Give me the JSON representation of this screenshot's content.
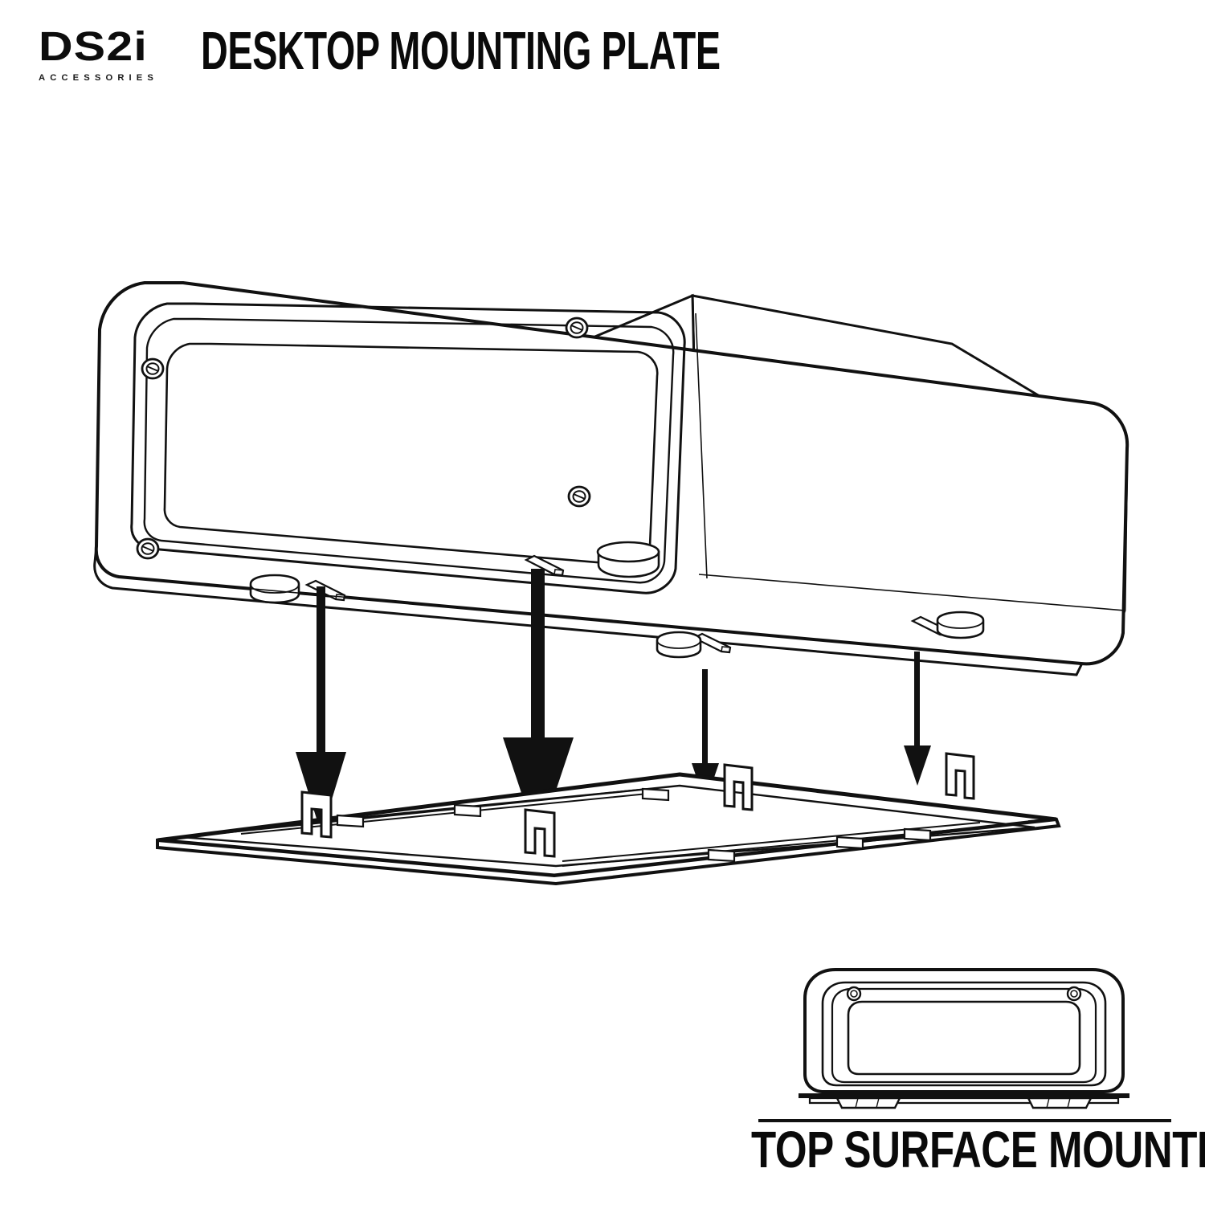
{
  "header": {
    "brand_wordmark": "DS2i",
    "brand_subtitle": "ACCESSORIES",
    "title": "DESKTOP MOUNTING PLATE"
  },
  "inset": {
    "caption": "TOP SURFACE MOUNTING"
  },
  "diagram": {
    "type": "exploded-assembly-line-drawing",
    "style": "black-and-white technical line art",
    "background_color": "#ffffff",
    "line_color": "#111111",
    "components": [
      {
        "name": "device-enclosure",
        "description": "Rounded rectangular device body shown from below in three-quarter perspective",
        "features": [
          "recessed rectangular underside panel with triple contour outline",
          "four corner screw heads",
          "four rubber feet at underside corners",
          "two elongated keyhole slots",
          "one cylindrical boss"
        ],
        "screw_count": 4,
        "foot_count": 4,
        "slot_count": 2,
        "boss_count": 1
      },
      {
        "name": "mounting-plate",
        "description": "Flat rectangular mounting plate in perspective below the device",
        "features": [
          "raised perimeter lip",
          "four upright hook clips",
          "six small raised bosses",
          "two long internal channels"
        ],
        "clip_count": 4,
        "boss_count": 6
      }
    ],
    "arrows": [
      {
        "name": "assembly-arrow-1",
        "weight": "heavy",
        "direction": "down"
      },
      {
        "name": "assembly-arrow-2",
        "weight": "heavy",
        "direction": "down"
      },
      {
        "name": "assembly-arrow-3",
        "weight": "light",
        "direction": "down"
      },
      {
        "name": "assembly-arrow-4",
        "weight": "light",
        "direction": "down"
      }
    ]
  },
  "inset_diagram": {
    "type": "front-elevation-line-drawing",
    "description": "Front elevation of the device seated on the mounting plate resting on a desktop surface",
    "features": [
      "rounded rectangular front face with triple contour outline",
      "two visible screw heads",
      "mounting plate sandwiched below device",
      "horizontal desktop surface line"
    ],
    "screw_count": 2
  },
  "colors": {
    "ink": "#111111",
    "paper": "#ffffff"
  }
}
